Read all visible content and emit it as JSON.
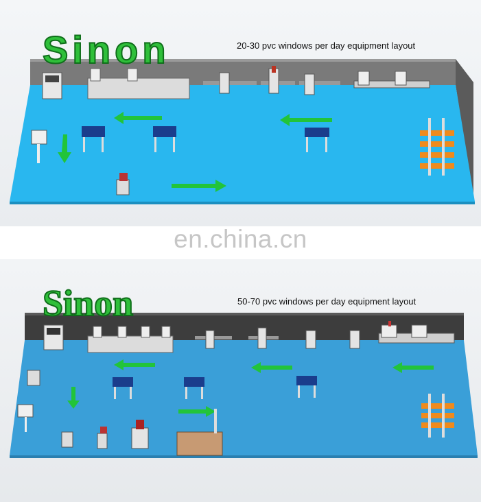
{
  "layout_top": {
    "brand": "Sinon",
    "caption": "20-30 pvc windows per day equipment layout"
  },
  "layout_bottom": {
    "brand": "Sinon",
    "caption": "50-70 pvc windows per day equipment layout"
  },
  "watermark": "en.china.cn",
  "colors": {
    "floor": "#29b7ef",
    "floor_bottom": "#3a9fd8",
    "wall": "#6e6e6e",
    "wall_dark": "#3d3d3d",
    "arrow_green": "#22c43a",
    "logo_green": "#2fbf3a",
    "table_top": "#1a3d8c",
    "rack_orange": "#f08a1c"
  },
  "icons": [
    "green-arrow-icon",
    "workbench-icon",
    "machine-icon",
    "profile-rack-icon"
  ]
}
